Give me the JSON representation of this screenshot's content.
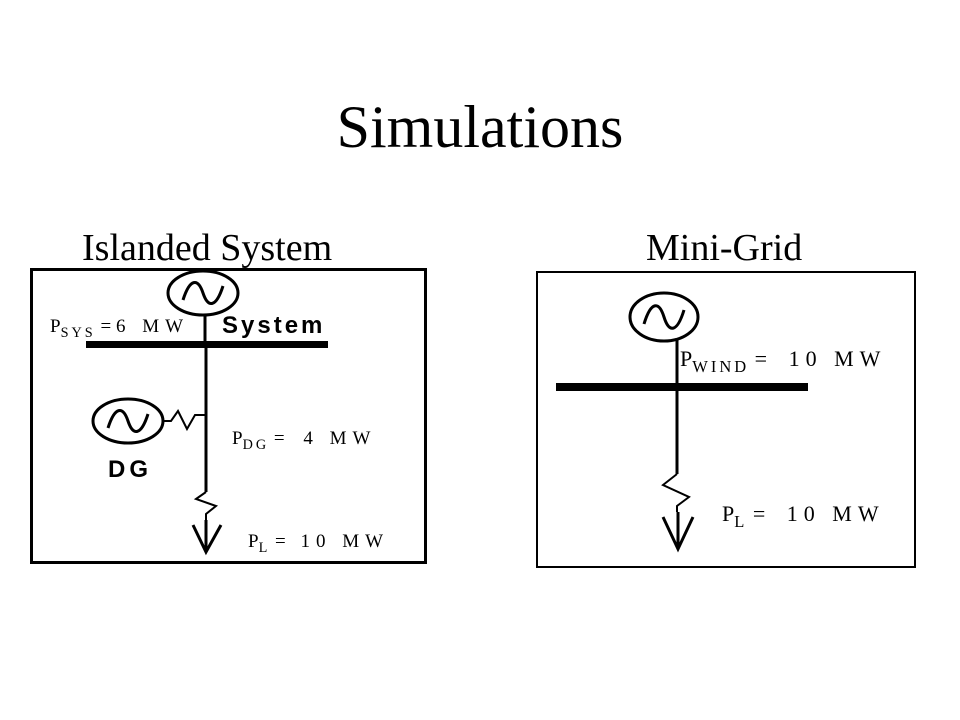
{
  "title": "Simulations",
  "islanded": {
    "heading": "Islanded System",
    "psys_base": "P",
    "psys_sub": "SYS",
    "psys_eq": "=",
    "psys_value": "6 MW",
    "system_label": "System",
    "pdg_base": "P",
    "pdg_sub": "DG",
    "pdg_eq": "=",
    "pdg_value": "4 MW",
    "dg_label": "DG",
    "pl_base": "P",
    "pl_sub": "L",
    "pl_eq": "=",
    "pl_value": "10 MW"
  },
  "minigrid": {
    "heading": "Mini-Grid",
    "pwind_base": "P",
    "pwind_sub": "WIND",
    "pwind_eq": "=",
    "pwind_value": "10 MW",
    "pl_base": "P",
    "pl_sub": "L",
    "pl_eq": "=",
    "pl_value": "10 MW"
  }
}
